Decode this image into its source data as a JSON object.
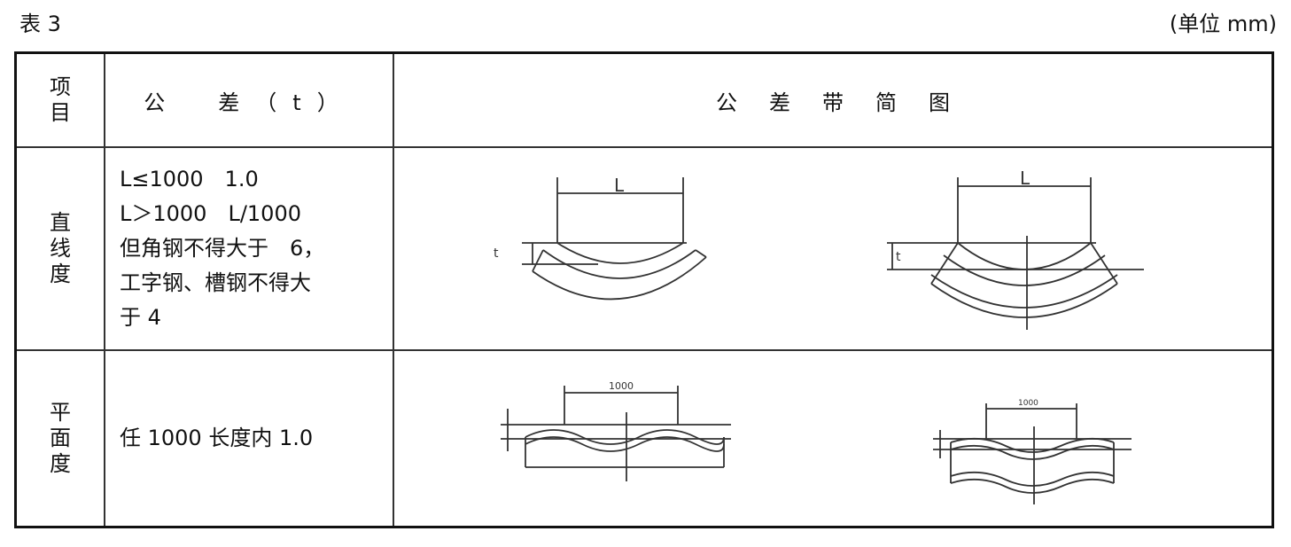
{
  "caption": {
    "table_label": "表 3",
    "unit": "(单位 mm)"
  },
  "header": {
    "item": "项目",
    "tolerance": "公　差（t）",
    "diagram": "公差带简图"
  },
  "rows": [
    {
      "item": "直线度",
      "tolerance_lines": [
        "L≤1000　1.0",
        "L＞1000　L/1000",
        "但角钢不得大于　6，",
        "工字钢、槽钢不得大",
        "于 4"
      ],
      "diagram_labels": {
        "left_dim": "L",
        "right_dim": "L",
        "left_t": "t",
        "right_t": "t"
      }
    },
    {
      "item": "平面度",
      "tolerance_lines": [
        "任 1000 长度内  1.0"
      ],
      "diagram_labels": {
        "left_dim": "1000",
        "right_dim": "1000"
      }
    }
  ]
}
